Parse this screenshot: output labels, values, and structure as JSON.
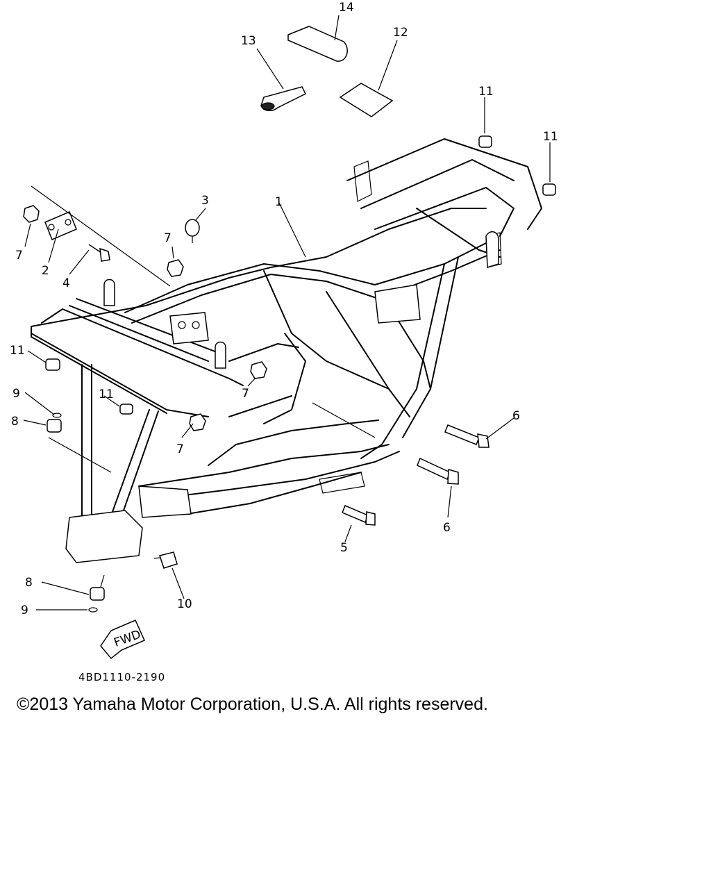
{
  "callouts": {
    "c1": "1",
    "c2": "2",
    "c3": "3",
    "c4": "4",
    "c5": "5",
    "c6a": "6",
    "c6b": "6",
    "c7a": "7",
    "c7b": "7",
    "c7c": "7",
    "c7d": "7",
    "c8a": "8",
    "c8b": "8",
    "c9a": "9",
    "c9b": "9",
    "c10": "10",
    "c11a": "11",
    "c11b": "11",
    "c11c": "11",
    "c11d": "11",
    "c12": "12",
    "c13": "13",
    "c14": "14"
  },
  "fwd_label": "FWD",
  "part_code": "4BD1110-2190",
  "copyright": "©2013 Yamaha Motor Corporation, U.S.A. All rights reserved."
}
